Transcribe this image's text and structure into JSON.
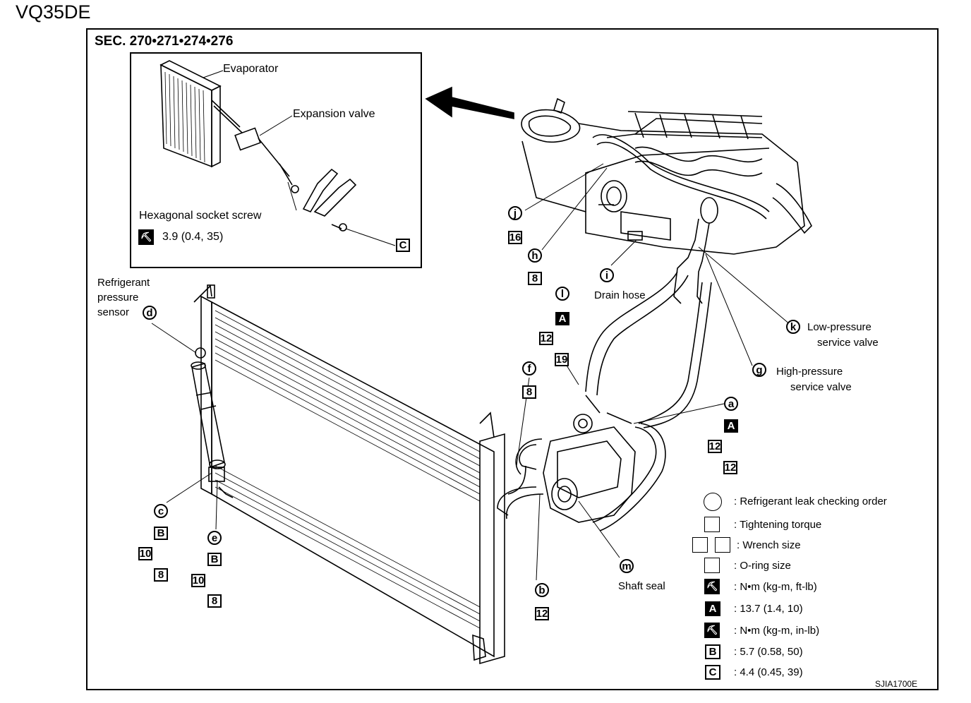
{
  "engine_code": "VQ35DE",
  "section": "SEC. 270•271•274•276",
  "figure_id": "SJIA1700E",
  "inset": {
    "evaporator": "Evaporator",
    "expansion_valve": "Expansion valve",
    "screw_label": "Hexagonal socket screw",
    "screw_torque": "3.9 (0.4, 35)",
    "torque_icon": "wrench-icon",
    "clip_code": "C"
  },
  "labels": {
    "refrigerant_sensor": "Refrigerant\npressure\nsensor",
    "drain_hose": "Drain hose",
    "low_pressure": "Low-pressure",
    "low_pressure_2": "service valve",
    "high_pressure": "High-pressure",
    "high_pressure_2": "service valve",
    "shaft_seal": "Shaft seal"
  },
  "callouts": {
    "j": "j",
    "h": "h",
    "i": "i",
    "l": "l",
    "k": "k",
    "g": "g",
    "f": "f",
    "a": "a",
    "b": "b",
    "c": "c",
    "d": "d",
    "e": "e",
    "m": "m"
  },
  "codes": {
    "j_size": "16",
    "h_size": "8",
    "l_torque": "A",
    "l_size": "12",
    "l_size2": "19",
    "f_size": "8",
    "a_torque": "A",
    "a_size1": "12",
    "a_size2": "12",
    "b_size": "12",
    "c_torque": "B",
    "c_size1": "10",
    "c_size2": "8",
    "e_torque": "B",
    "e_size1": "10",
    "e_size2": "8"
  },
  "legend": {
    "leak_order": ": Refrigerant leak checking order",
    "tightening": ": Tightening torque",
    "wrench": ": Wrench size",
    "oring": ": O-ring size",
    "nm_ftlb": ": N•m (kg-m, ft-lb)",
    "a_code": "A",
    "a_value": ": 13.7 (1.4, 10)",
    "nm_inlb": ": N•m (kg-m, in-lb)",
    "b_code": "B",
    "b_value": ":  5.7 (0.58, 50)",
    "c_code": "C",
    "c_value": ":  4.4 (0.45, 39)"
  }
}
